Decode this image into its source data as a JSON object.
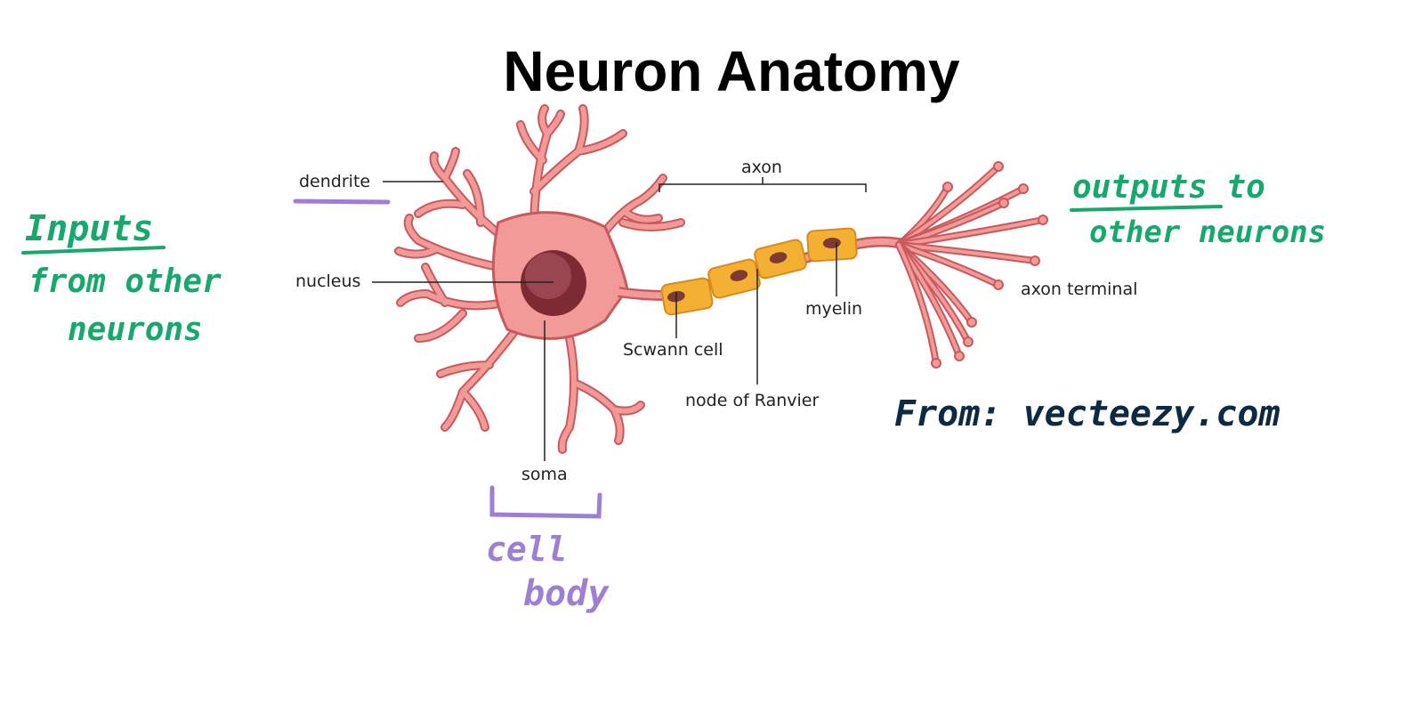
{
  "title": "Neuron Anatomy",
  "labels": {
    "dendrite": "dendrite",
    "nucleus": "nucleus",
    "soma": "soma",
    "axon": "axon",
    "schwann_cell": "Scwann cell",
    "node_of_ranvier": "node of Ranvier",
    "myelin": "myelin",
    "axon_terminal": "axon terminal"
  },
  "annotations": {
    "inputs_line1": "Inputs",
    "inputs_line2": "from other",
    "inputs_line3": "neurons",
    "outputs_line1": "outputs to",
    "outputs_line2": "other neurons",
    "cell_body_line1": "cell",
    "cell_body_line2": "body",
    "source": "From: vecteezy.com"
  },
  "colors": {
    "green_ink": "#17a86c",
    "purple_ink": "#9d80d6",
    "navy_ink": "#0c2a44",
    "neuron_fill": "#f29a98",
    "neuron_outline": "#c85a5e",
    "nucleus": "#7d2a33",
    "myelin": "#f4b033"
  }
}
